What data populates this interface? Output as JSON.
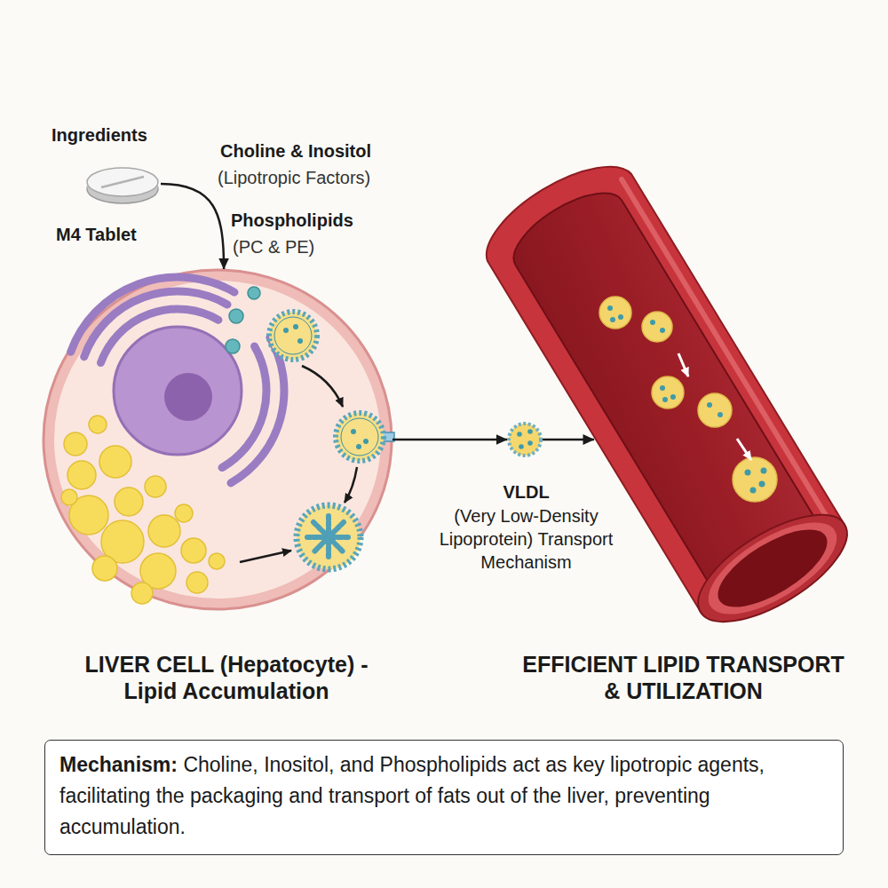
{
  "diagram": {
    "nodes": [
      {
        "text": [
          "Ingredients",
          "M4 Tablet"
        ]
      },
      {
        "text": [
          "LIVER CELL (Hepatocyte) - Lipid Accumulation"
        ]
      },
      {
        "text": [
          "VLDL",
          "(Very Low-Density Lipoprotein) Transport Mechanism"
        ]
      },
      {
        "text": [
          "EFFICIENT LIPID TRANSPORT & UTILIZATION"
        ]
      },
      {
        "text": [
          "Mechanism:",
          "Choline, Inositol, and Phospholipids act as key lipotropic agents, facilitating the packaging and transport of fats out of the liver, preventing accumulation."
        ]
      }
    ],
    "edges": [
      {
        "from": 0,
        "to": 1,
        "arrow": "to"
      },
      {
        "from": 1,
        "to": 2,
        "arrow": "to"
      },
      {
        "from": 2,
        "to": 3,
        "arrow": "to"
      }
    ],
    "labels": [
      "Choline & Inositol",
      "(Lipotropic Factors)",
      "Phospholipids",
      "(PC & PE)"
    ]
  }
}
